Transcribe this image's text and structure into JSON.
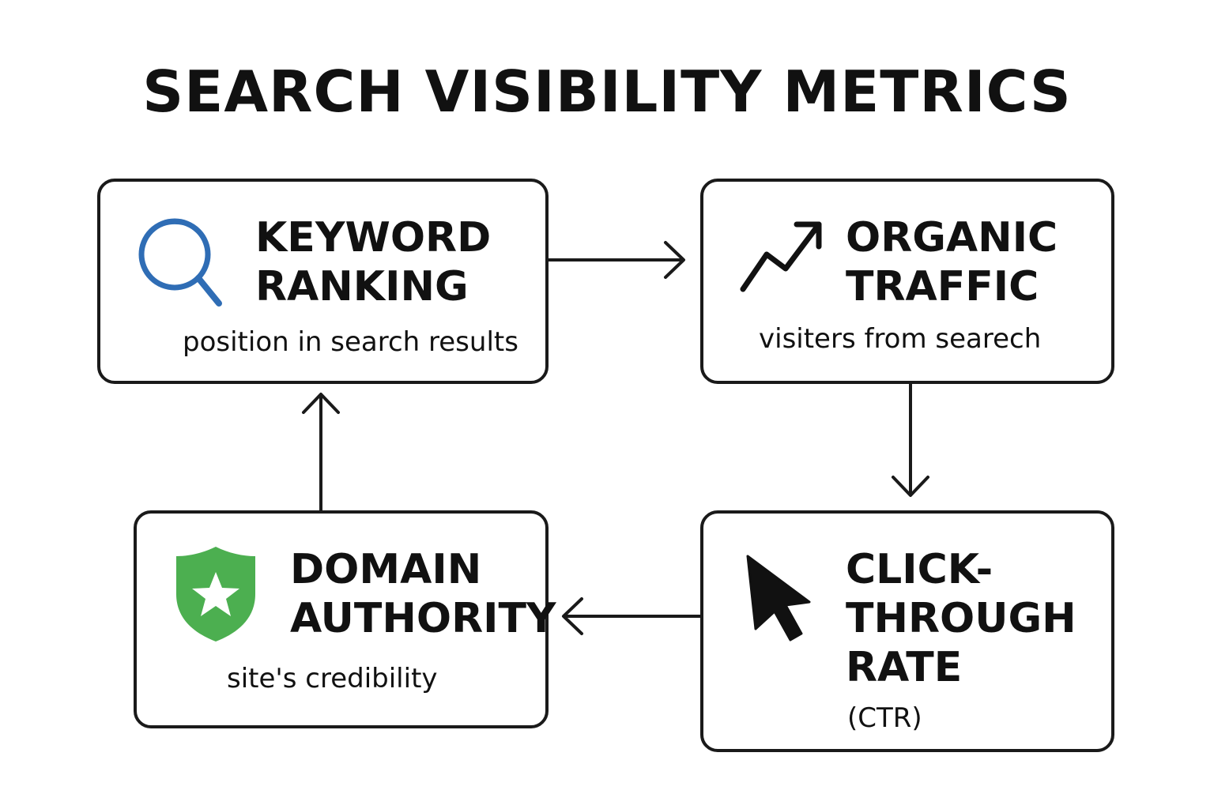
{
  "title": "SEARCH VISIBILITY METRICS",
  "colors": {
    "stroke": "#1a1a1a",
    "search_icon": "#2f6db5",
    "shield_icon": "#4caf50"
  },
  "nodes": {
    "keyword_ranking": {
      "icon": "search-icon",
      "title_lines": [
        "KEYWORD",
        "RANKING"
      ],
      "subtitle": "position in search results"
    },
    "organic_traffic": {
      "icon": "trending-up-icon",
      "title_lines": [
        "ORGANIC",
        "TRAFFIC"
      ],
      "subtitle": "visiters from searech"
    },
    "click_through_rate": {
      "icon": "cursor-icon",
      "title_lines": [
        "CLICK-",
        "THROUGH",
        "RATE"
      ],
      "subtitle": "(CTR)"
    },
    "domain_authority": {
      "icon": "shield-star-icon",
      "title_lines": [
        "DOMAIN",
        "AUTHORITY"
      ],
      "subtitle": "site's credibility"
    }
  },
  "edges": [
    {
      "from": "KEYWORD RANKING",
      "to": "ORGANIC TRAFFIC"
    },
    {
      "from": "ORGANIC TRAFFIC",
      "to": "CLICK-THROUGH RATE"
    },
    {
      "from": "CLICK-THROUGH RATE",
      "to": "DOMAIN AUTHORITY"
    },
    {
      "from": "DOMAIN AUTHORITY",
      "to": "KEYWORD RANKING"
    }
  ]
}
